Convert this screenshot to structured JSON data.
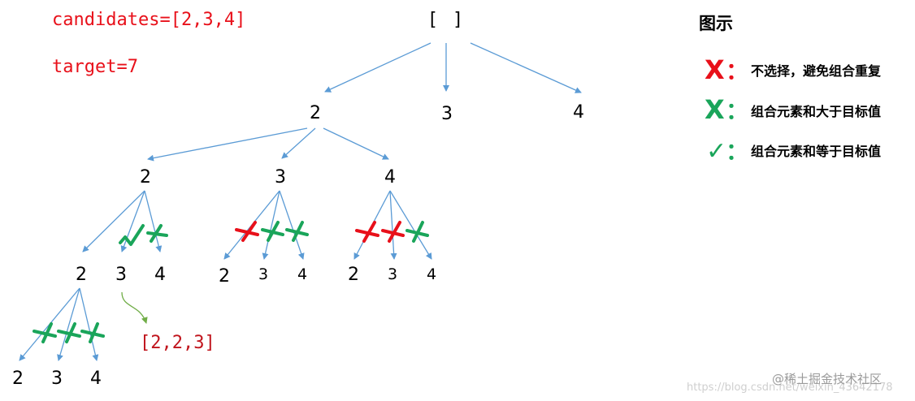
{
  "header": {
    "candidates": "candidates=[2,3,4]",
    "target": "target=7"
  },
  "tree": {
    "root": "[   ]",
    "level1": [
      "2",
      "3",
      "4"
    ],
    "level2": [
      "2",
      "3",
      "4"
    ],
    "level3_a": [
      "2",
      "3",
      "4"
    ],
    "level3_b": [
      "2",
      "3",
      "4"
    ],
    "level3_c": [
      "2",
      "3",
      "4"
    ],
    "level4": [
      "2",
      "3",
      "4"
    ],
    "result": "[2,2,3]"
  },
  "legend": {
    "title": "图示",
    "items": [
      {
        "symbol": "X",
        "colon": "：",
        "color": "#e8101a",
        "label": "不选择，避免组合重复",
        "icon": "red-x-icon"
      },
      {
        "symbol": "X",
        "colon": "：",
        "color": "#1aa55a",
        "label": "组合元素和大于目标值",
        "icon": "green-x-icon"
      },
      {
        "symbol": "✓",
        "colon": "：",
        "color": "#1aa55a",
        "label": "组合元素和等于目标值",
        "icon": "check-icon"
      }
    ]
  },
  "watermark": {
    "main": "@稀土掘金技术社区",
    "faint": "https://blog.csdn.net/weixin_43642178"
  },
  "colors": {
    "arrow": "#5b9bd5",
    "red": "#e8101a",
    "green": "#1aa55a",
    "result_arrow": "#70ad47"
  }
}
